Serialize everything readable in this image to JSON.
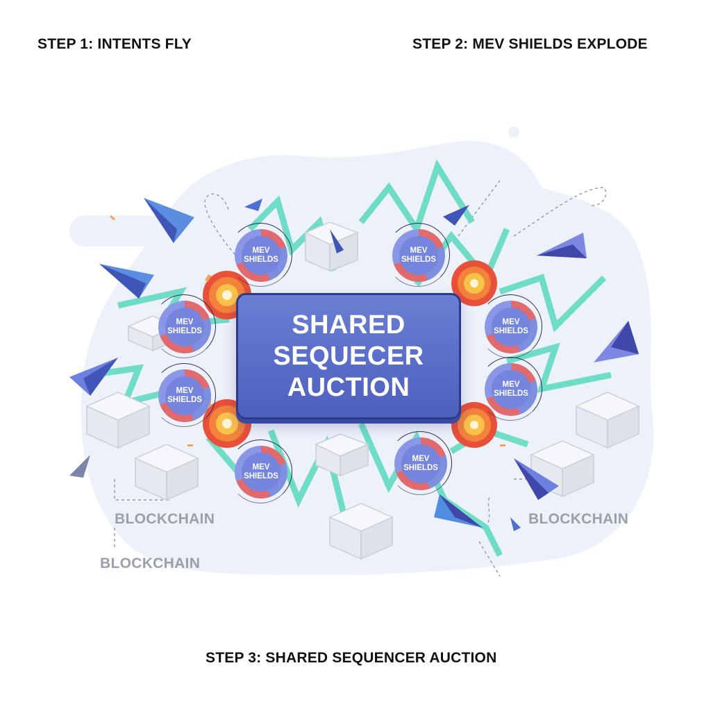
{
  "steps": {
    "step1": "STEP 1: INTENTS FLY",
    "step2": "STEP 2: MEV SHIELDS EXPLODE",
    "step3": "STEP 3: SHARED SEQUENCER AUCTION"
  },
  "center": {
    "line1": "SHARED",
    "line2": "SEQUECER",
    "line3": "AUCTION"
  },
  "shields": [
    {
      "line1": "MEV",
      "line2": "SHIELDS"
    },
    {
      "line1": "MEV",
      "line2": "SHIELDS"
    },
    {
      "line1": "MEV",
      "line2": "SHIELDS"
    },
    {
      "line1": "MEV",
      "line2": "SHIELDS"
    },
    {
      "line1": "MEV",
      "line2": "SHIELDS"
    },
    {
      "line1": "MEV",
      "line2": "SHIELDS"
    },
    {
      "line1": "MEV",
      "line2": "SHIELDS"
    },
    {
      "line1": "MEV",
      "line2": "SHIELDS"
    }
  ],
  "blockchain_labels": [
    "BLOCKCHAIN",
    "BLOCKCHAIN",
    "BLOCKCHAIN"
  ],
  "colors": {
    "center_box": "#5a6dc8",
    "lightning": "#6fdcc6",
    "paper_plane": "#5b6fd6",
    "explosion": "#f0703a",
    "background_blob": "#edf1f9",
    "blockchain_text": "#9aa0ab"
  }
}
